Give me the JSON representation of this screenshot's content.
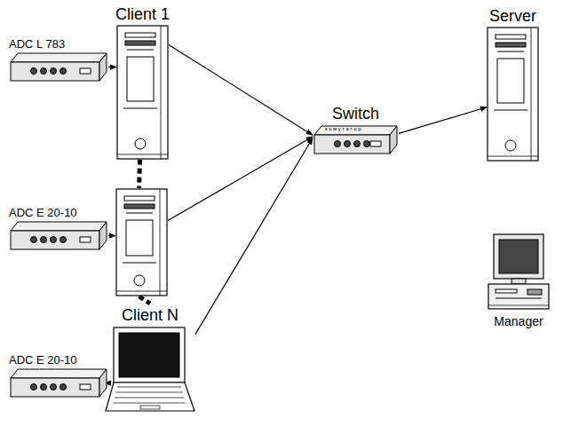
{
  "diagram": {
    "nodes": [
      {
        "text": [
          "Client 1"
        ]
      },
      {
        "text": [
          "Server"
        ]
      },
      {
        "text": [
          "ADC L 783"
        ]
      },
      {
        "text": [
          "Switch",
          "комутатор"
        ]
      },
      {
        "text": []
      },
      {
        "text": [
          "ADC E 20-10"
        ]
      },
      {
        "text": [
          "Manager"
        ]
      },
      {
        "text": [
          "Client N"
        ]
      },
      {
        "text": [
          "ADC E 20-10"
        ]
      }
    ],
    "edges": [
      {
        "from": 2,
        "to": 0,
        "arrow": "to"
      },
      {
        "from": 5,
        "to": 4,
        "arrow": "to"
      },
      {
        "from": 8,
        "to": 7,
        "arrow": "to"
      },
      {
        "from": 0,
        "to": 3,
        "arrow": "to"
      },
      {
        "from": 4,
        "to": 3,
        "arrow": "to"
      },
      {
        "from": 7,
        "to": 3,
        "arrow": "to"
      },
      {
        "from": 3,
        "to": 1,
        "arrow": "to"
      },
      {
        "from": 0,
        "to": 4,
        "arrow": "none"
      },
      {
        "from": 4,
        "to": 7,
        "arrow": "none"
      }
    ]
  }
}
